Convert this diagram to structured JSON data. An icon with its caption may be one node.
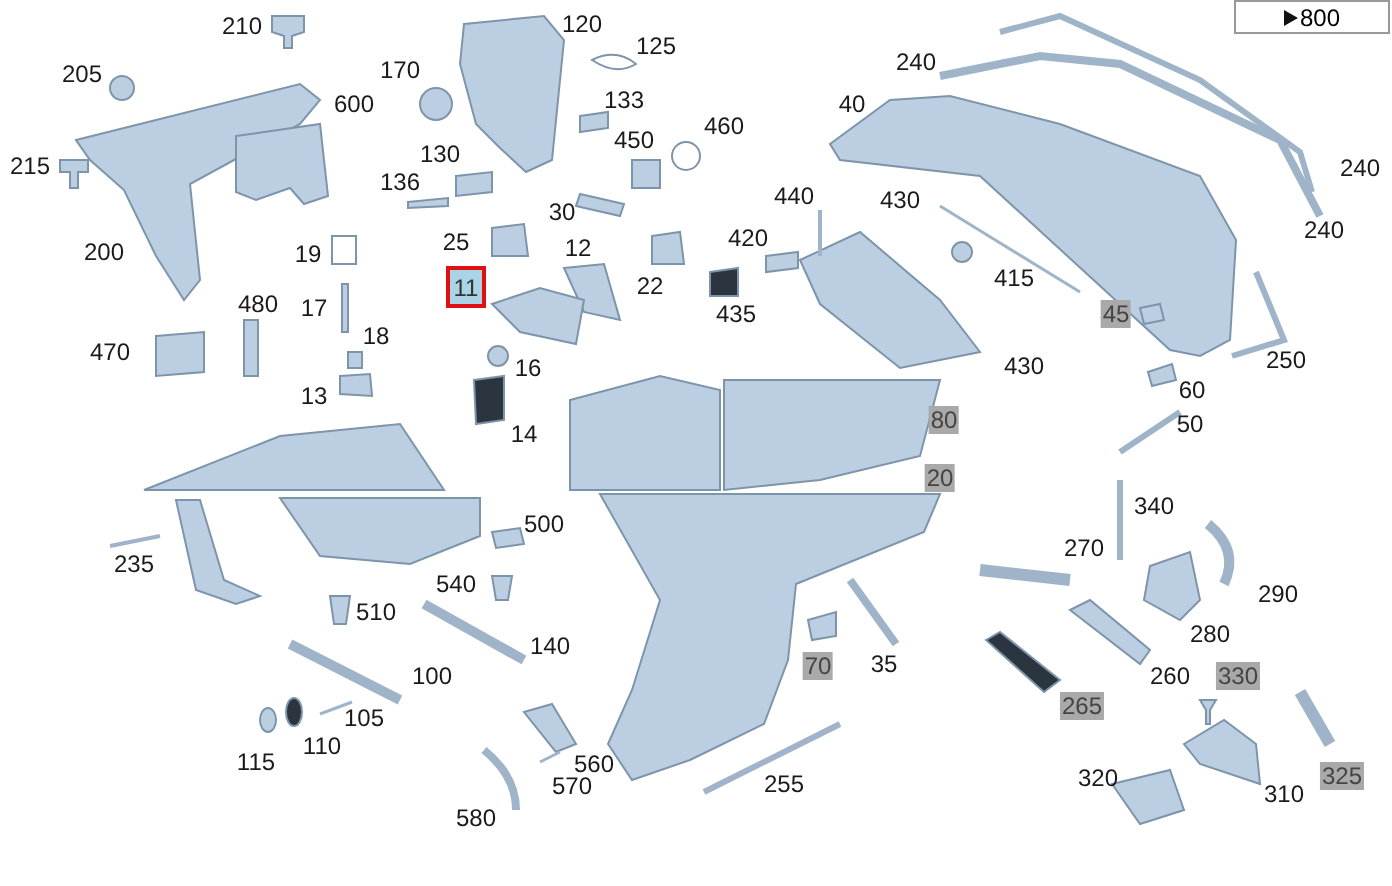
{
  "diagram": {
    "nodes": [
      {
        "text": [
          "800"
        ]
      },
      {
        "text": [
          "11"
        ]
      }
    ],
    "labels": [
      "210",
      "120",
      "125",
      "240",
      "205",
      "170",
      "600",
      "133",
      "40",
      "460",
      "450",
      "130",
      "215",
      "240",
      "136",
      "30",
      "440",
      "430",
      "200",
      "19",
      "25",
      "12",
      "420",
      "240",
      "415",
      "22",
      "480",
      "17",
      "435",
      "45",
      "18",
      "470",
      "16",
      "430",
      "250",
      "13",
      "60",
      "80",
      "50",
      "14",
      "20",
      "340",
      "500",
      "270",
      "235",
      "540",
      "290",
      "510",
      "280",
      "140",
      "70",
      "35",
      "100",
      "260",
      "330",
      "265",
      "105",
      "110",
      "115",
      "560",
      "255",
      "320",
      "325",
      "570",
      "310",
      "580"
    ]
  }
}
